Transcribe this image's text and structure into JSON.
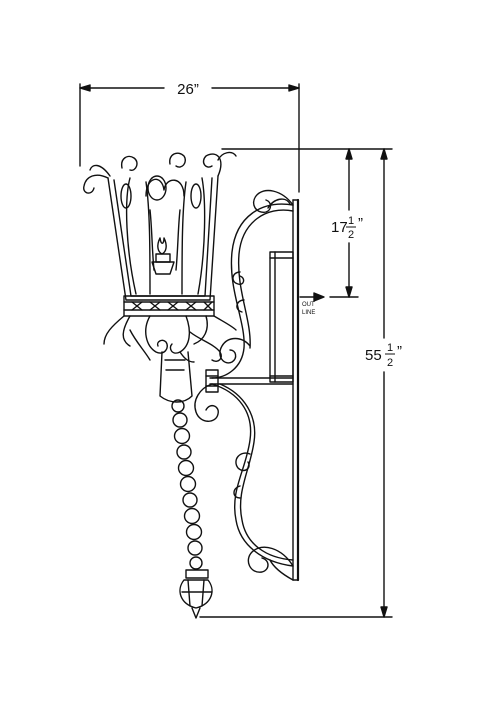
{
  "dimensions": {
    "width": {
      "whole": "26",
      "mark": "”"
    },
    "lantern_height": {
      "whole": "17",
      "num": "1",
      "den": "2",
      "mark": "”"
    },
    "overall_height": {
      "whole": "55",
      "num": "1",
      "den": "2",
      "mark": "”"
    }
  },
  "labels": {
    "outlet_line_1": "OUT",
    "outlet_line_2": "LINE"
  },
  "colors": {
    "line": "#111111",
    "background": "#ffffff"
  }
}
